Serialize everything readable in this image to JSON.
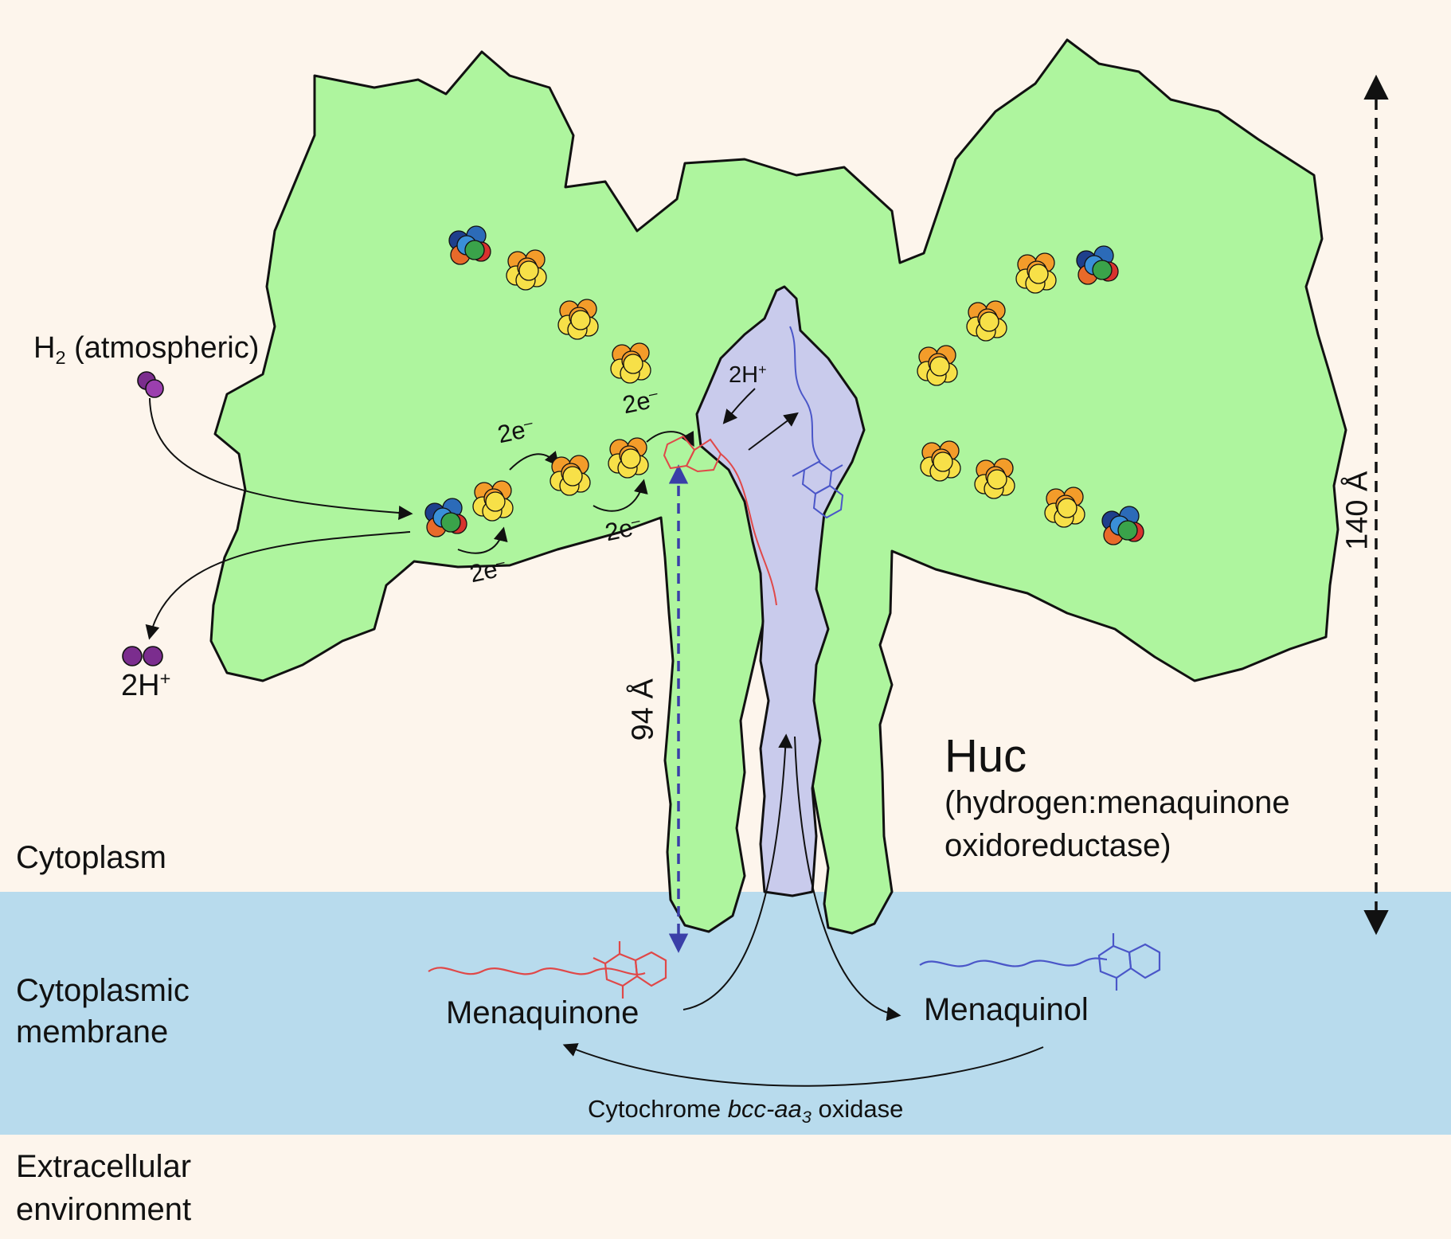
{
  "regions": {
    "cytoplasm": "Cytoplasm",
    "membrane_line1": "Cytoplasmic",
    "membrane_line2": "membrane",
    "extracellular_line1": "Extracellular",
    "extracellular_line2": "environment"
  },
  "enzyme": {
    "name": "Huc",
    "full_name_line1": "(hydrogen:menaquinone",
    "full_name_line2": "oxidoreductase)"
  },
  "substrate": {
    "h": "H",
    "h_sub": "2",
    "h_rest": " (atmospheric)"
  },
  "product": {
    "text": "2H",
    "charge": "+"
  },
  "electron_transfer": {
    "label": "2e",
    "charge": "–"
  },
  "proton_site": {
    "text": "2H",
    "charge": "+"
  },
  "dimensions": {
    "height": "140 Å",
    "channel_length": "94 Å"
  },
  "quinones": {
    "oxidized": "Menaquinone",
    "reduced": "Menaquinol"
  },
  "oxidase": {
    "prefix": "Cytochrome ",
    "italic": "bcc-aa",
    "sub": "3",
    "suffix": " oxidase"
  },
  "colors": {
    "background": "#fdf5ec",
    "membrane": "#b8dbed",
    "protein": "#aef59e",
    "channel": "#c9cbec",
    "outline": "#111111",
    "menaquinone": "#e04848",
    "menaquinol": "#4a56c8",
    "dashed_arrow": "#3a3fa8",
    "h2_molecule": "#7b2d8e",
    "cluster_orange": "#f39c2a",
    "cluster_yellow": "#f7e048"
  }
}
